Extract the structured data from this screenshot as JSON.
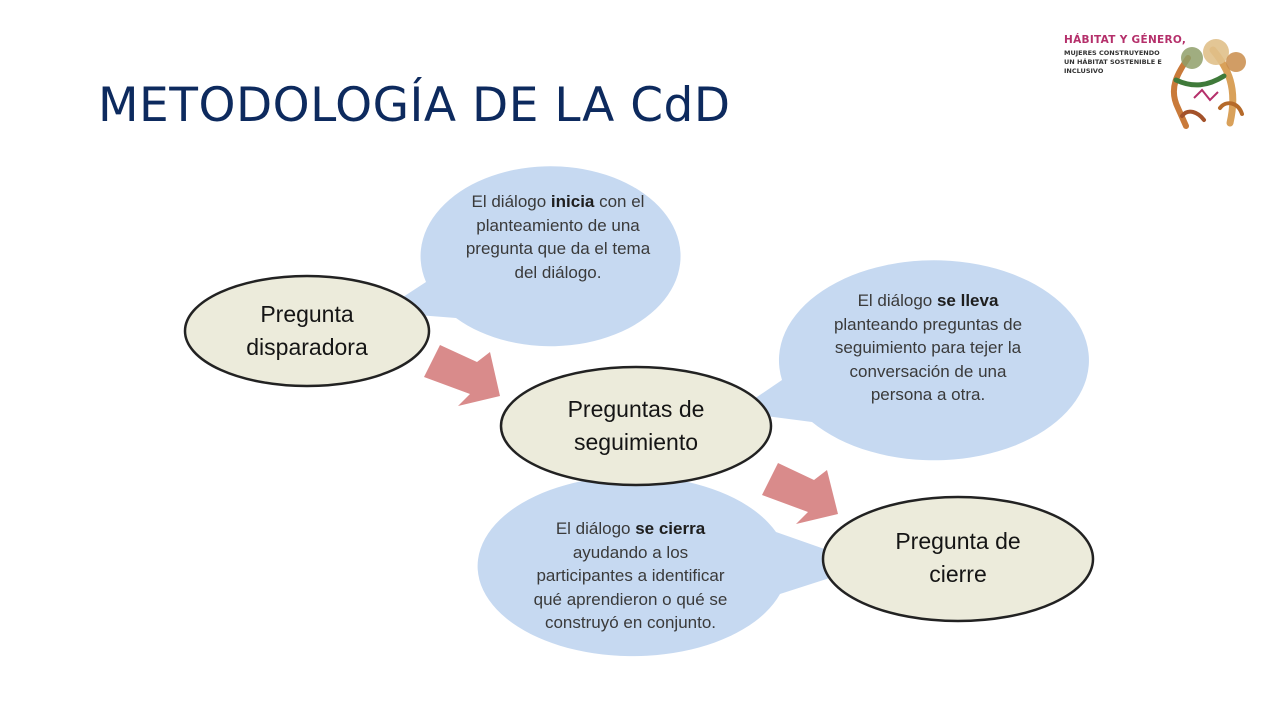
{
  "slide": {
    "title": "METODOLOGÍA DE LA CdD"
  },
  "logo": {
    "title": "HÁBITAT Y GÉNERO,",
    "subtitle": "MUJERES CONSTRUYENDO\nUN HÁBITAT SOSTENIBLE E\nINCLUSIVO"
  },
  "nodes": [
    {
      "id": "disparadora",
      "line1": "Pregunta",
      "line2": "disparadora"
    },
    {
      "id": "seguimiento",
      "line1": "Preguntas de",
      "line2": "seguimiento"
    },
    {
      "id": "cierre",
      "line1": "Pregunta de",
      "line2": "cierre"
    }
  ],
  "bubbles": {
    "inicia": {
      "pre": "El diálogo ",
      "bold": "inicia",
      "post": " con el planteamiento de una pregunta que da el tema del diálogo."
    },
    "lleva": {
      "pre": "El diálogo ",
      "bold": "se lleva",
      "post": " planteando preguntas de seguimiento para tejer la conversación de una persona a otra."
    },
    "cierra": {
      "pre": "El diálogo ",
      "bold": "se cierra",
      "post": " ayudando a los participantes a identificar qué aprendieron o qué se construyó en conjunto."
    }
  },
  "colors": {
    "title": "#0d2a5e",
    "node_fill": "#ecebdb",
    "node_stroke": "#222222",
    "bubble_fill": "#c6d9f1",
    "arrow_fill": "#d98b8b",
    "logo_accent": "#b5306b"
  }
}
